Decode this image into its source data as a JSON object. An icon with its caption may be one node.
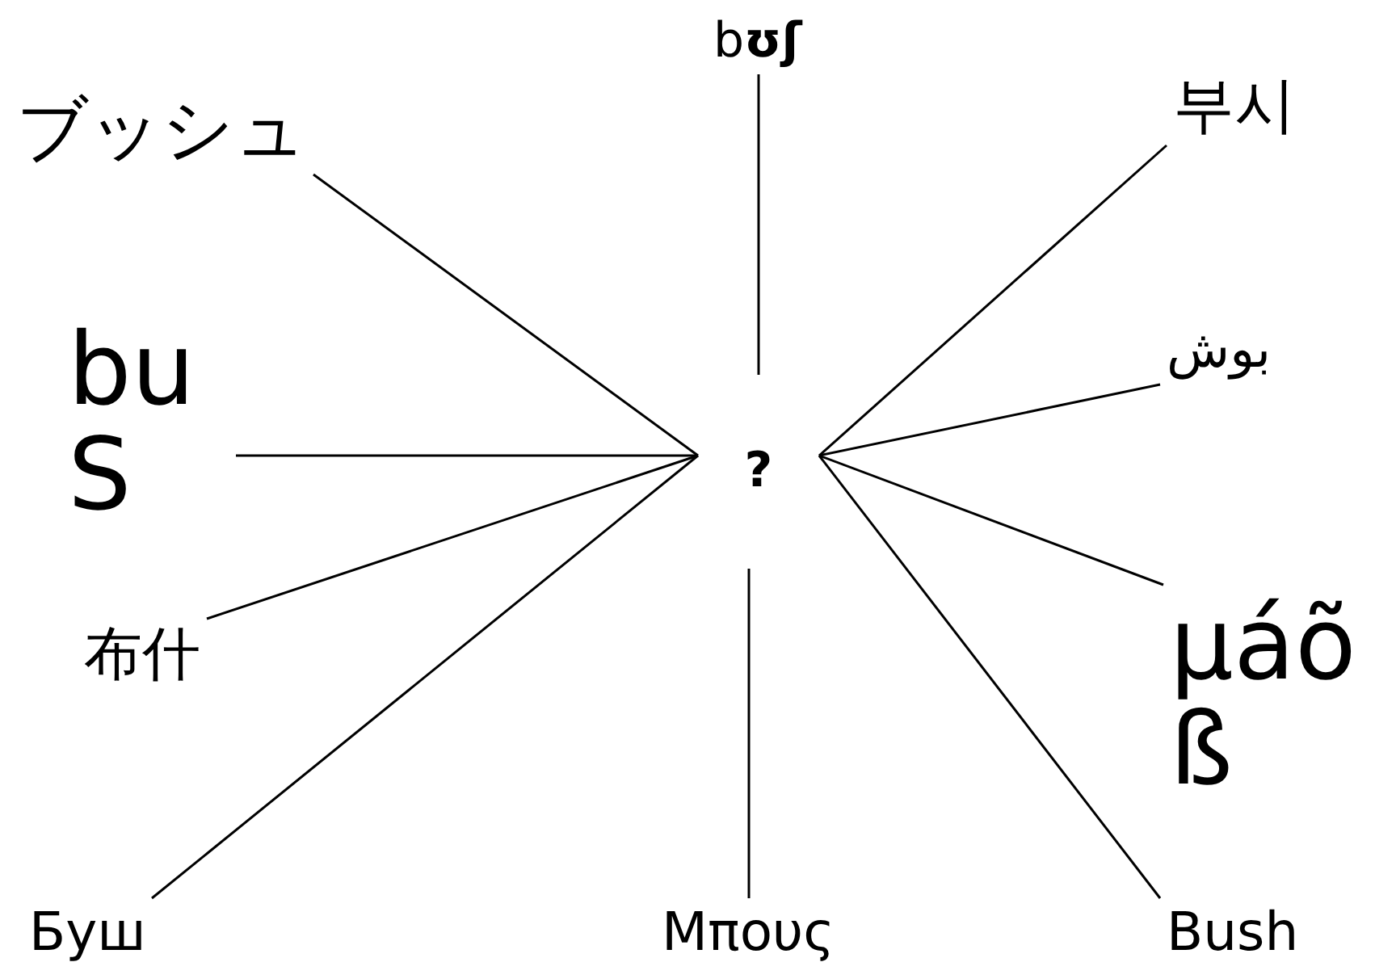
{
  "diagram": {
    "nodes": [
      {
        "text": [
          "b**ʊʃ**"
        ]
      },
      {
        "text": [
          "ブッシュ"
        ]
      },
      {
        "text": [
          "부시"
        ]
      },
      {
        "text": [
          "bu S"
        ]
      },
      {
        "text": [
          "بوش"
        ]
      },
      {
        "text": [
          "?"
        ]
      },
      {
        "text": [
          "布什"
        ]
      },
      {
        "text": [
          "µáõ ß"
        ]
      },
      {
        "text": [
          "Буш"
        ]
      },
      {
        "text": [
          "Μπους"
        ]
      },
      {
        "text": [
          "Bush"
        ]
      }
    ],
    "edges": [
      {
        "from": 5,
        "to": 0,
        "arrow": "none"
      },
      {
        "from": 5,
        "to": 1,
        "arrow": "none"
      },
      {
        "from": 5,
        "to": 2,
        "arrow": "none"
      },
      {
        "from": 5,
        "to": 3,
        "arrow": "none"
      },
      {
        "from": 5,
        "to": 4,
        "arrow": "none"
      },
      {
        "from": 5,
        "to": 6,
        "arrow": "none"
      },
      {
        "from": 5,
        "to": 7,
        "arrow": "none"
      },
      {
        "from": 5,
        "to": 8,
        "arrow": "none"
      },
      {
        "from": 5,
        "to": 9,
        "arrow": "none"
      },
      {
        "from": 5,
        "to": 10,
        "arrow": "none"
      }
    ]
  }
}
